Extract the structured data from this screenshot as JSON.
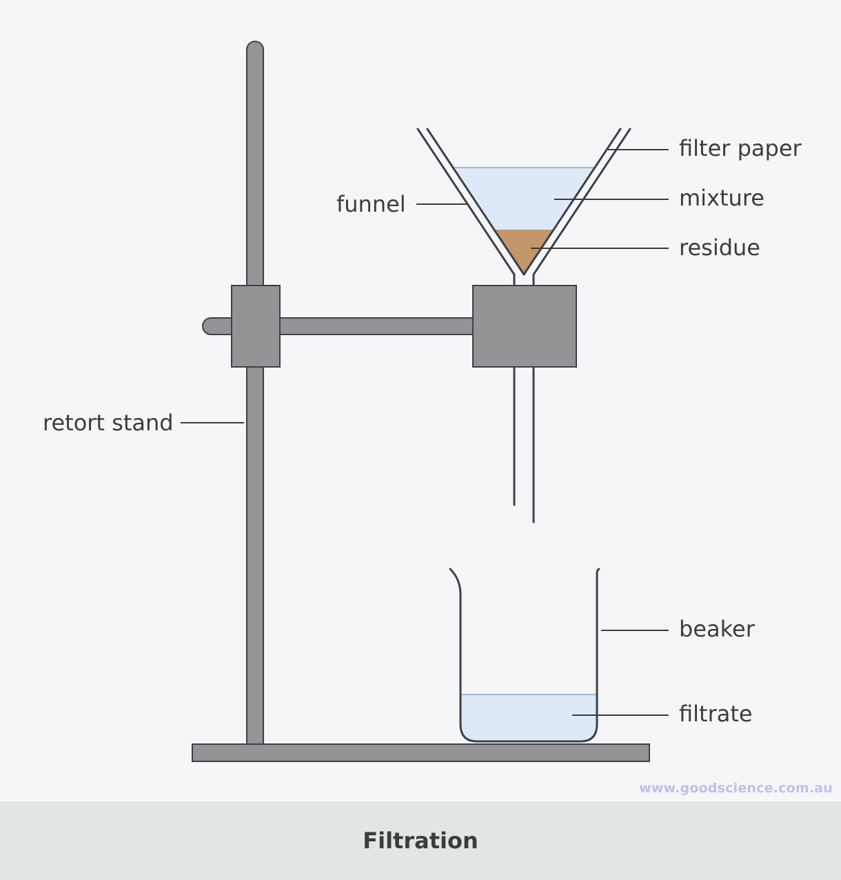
{
  "labels": {
    "filter_paper": "filter paper",
    "mixture": "mixture",
    "residue": "residue",
    "funnel": "funnel",
    "retort_stand": "retort stand",
    "beaker": "beaker",
    "filtrate": "filtrate"
  },
  "watermark": "www.goodscience.com.au",
  "caption": "Filtration",
  "colors": {
    "background": "#f5f6f8",
    "stand": "#939496",
    "outline": "#3d4147",
    "mixture": "#dde9f6",
    "residue": "#c2966b",
    "filtrate": "#dde9f6",
    "footer": "#e0e5e5",
    "watermark": "#b9c3e6"
  }
}
